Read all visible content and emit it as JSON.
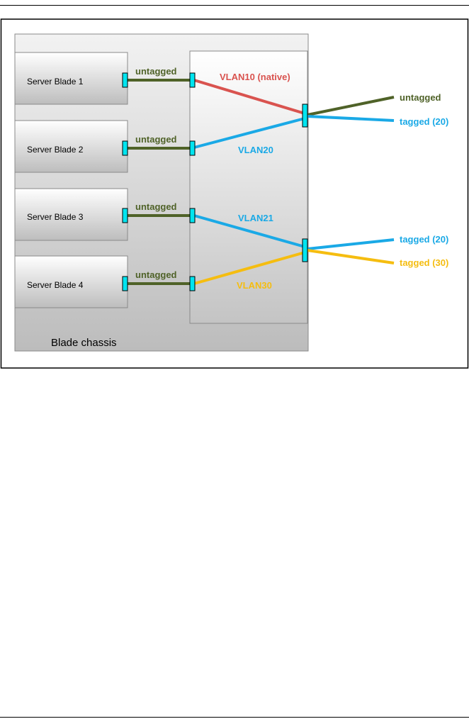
{
  "diagram": {
    "chassis_label": "Blade chassis",
    "blades": [
      {
        "label": "Server Blade 1",
        "link_label": "untagged"
      },
      {
        "label": "Server Blade 2",
        "link_label": "untagged"
      },
      {
        "label": "Server Blade 3",
        "link_label": "untagged"
      },
      {
        "label": "Server Blade 4",
        "link_label": "untagged"
      }
    ],
    "vlans": [
      {
        "label": "VLAN10 (native)",
        "color": "#d9534f"
      },
      {
        "label": "VLAN20",
        "color": "#1aa9e6"
      },
      {
        "label": "VLAN21",
        "color": "#1aa9e6"
      },
      {
        "label": "VLAN30",
        "color": "#f5bd10"
      }
    ],
    "uplink_1": [
      {
        "label": "untagged",
        "color": "#4f6228"
      },
      {
        "label": "tagged (20)",
        "color": "#1aa9e6"
      }
    ],
    "uplink_2": [
      {
        "label": "tagged (20)",
        "color": "#1aa9e6"
      },
      {
        "label": "tagged (30)",
        "color": "#f5bd10"
      }
    ],
    "colors": {
      "untagged_link": "#4f6228",
      "port_fill": "#00e5f0",
      "frame_border": "#000000"
    }
  }
}
